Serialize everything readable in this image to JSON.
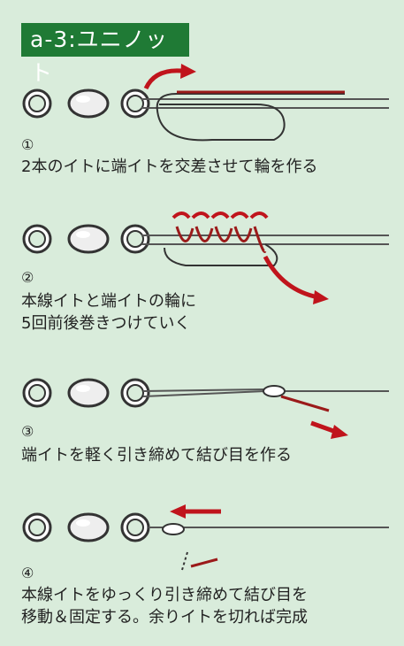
{
  "title": "a-3:ユニノット",
  "colors": {
    "background": "#d9ecdb",
    "title_bg": "#1f7a35",
    "line_red": "#9b1a1a",
    "arrow_red": "#c0141c"
  },
  "steps": [
    {
      "num": "①",
      "caption": "2本のイトに端イトを交差させて輪を作る"
    },
    {
      "num": "②",
      "caption": "本線イトと端イトの輪に\n5回前後巻きつけていく"
    },
    {
      "num": "③",
      "caption": "端イトを軽く引き締めて結び目を作る"
    },
    {
      "num": "④",
      "caption": "本線イトをゆっくり引き締めて結び目を\n移動＆固定する。余りイトを切れば完成"
    }
  ]
}
